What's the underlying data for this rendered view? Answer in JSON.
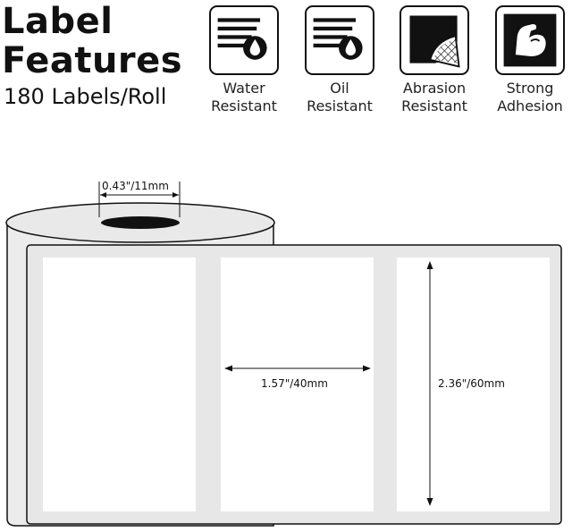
{
  "header": {
    "title_line1": "Label",
    "title_line2": "Features",
    "subtitle": "180 Labels/Roll"
  },
  "features": [
    {
      "line1": "Water",
      "line2": "Resistant",
      "icon": "water-resistant-icon"
    },
    {
      "line1": "Oil",
      "line2": "Resistant",
      "icon": "oil-resistant-icon"
    },
    {
      "line1": "Abrasion",
      "line2": "Resistant",
      "icon": "abrasion-resistant-icon"
    },
    {
      "line1": "Strong",
      "line2": "Adhesion",
      "icon": "strong-adhesion-icon"
    }
  ],
  "dimensions": {
    "core": "0.43\"/11mm",
    "width": "1.57\"/40mm",
    "height": "2.36\"/60mm"
  },
  "colors": {
    "outline": "#111111",
    "roll_body": "#eeeeee",
    "label": "#ffffff"
  }
}
